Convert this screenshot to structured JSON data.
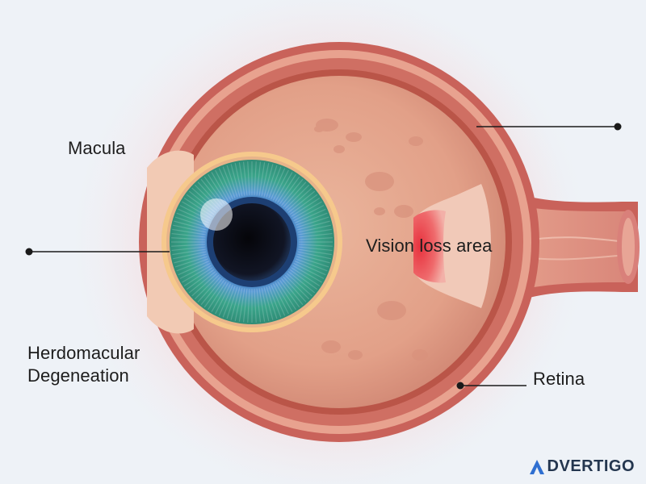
{
  "labels": {
    "macula": "Macula",
    "condition_line1": "Herdomacular",
    "condition_line2": "Degeneation",
    "vision_loss": "Vision loss area",
    "retina": "Retina"
  },
  "brand": {
    "name": "ADVERTIGO"
  },
  "colors": {
    "background": "#eef2f7",
    "sclera_outer": "#c9625a",
    "sclera_fill": "#e4a08e",
    "interior": "#e8ad95",
    "iris_outer": "#3a9c86",
    "iris_inner": "#4a86c4",
    "pupil": "#0d0d18",
    "vision_loss": "#e2404a",
    "line": "#1a1a1a"
  }
}
